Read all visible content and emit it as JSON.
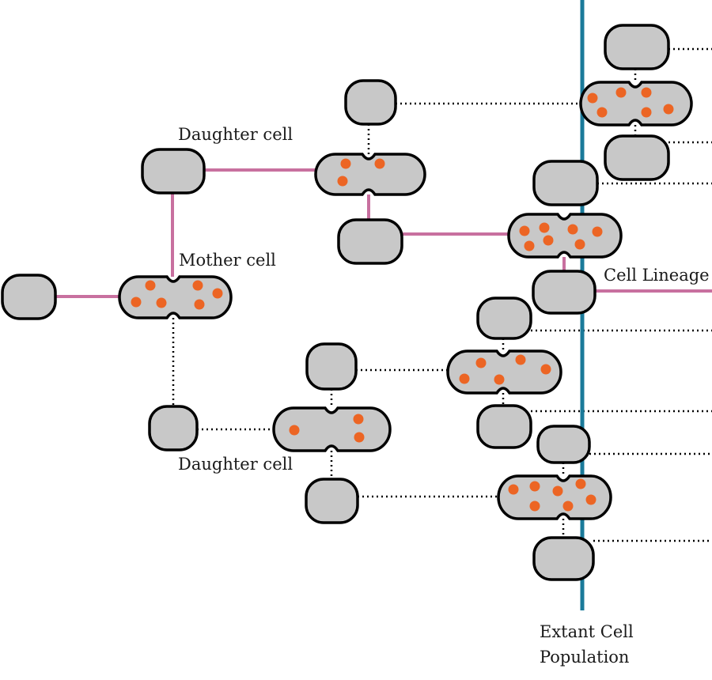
{
  "labels": {
    "daughter_top": "Daughter cell",
    "mother": "Mother cell",
    "daughter_bottom": "Daughter cell",
    "lineage": "Cell Lineage",
    "extant_line1": "Extant Cell",
    "extant_line2": "Population"
  },
  "colors": {
    "cell_fill": "#c8c8c8",
    "marker_dot": "#ec6524",
    "lineage_line": "#c8709f",
    "population_line": "#1a7a9a"
  }
}
